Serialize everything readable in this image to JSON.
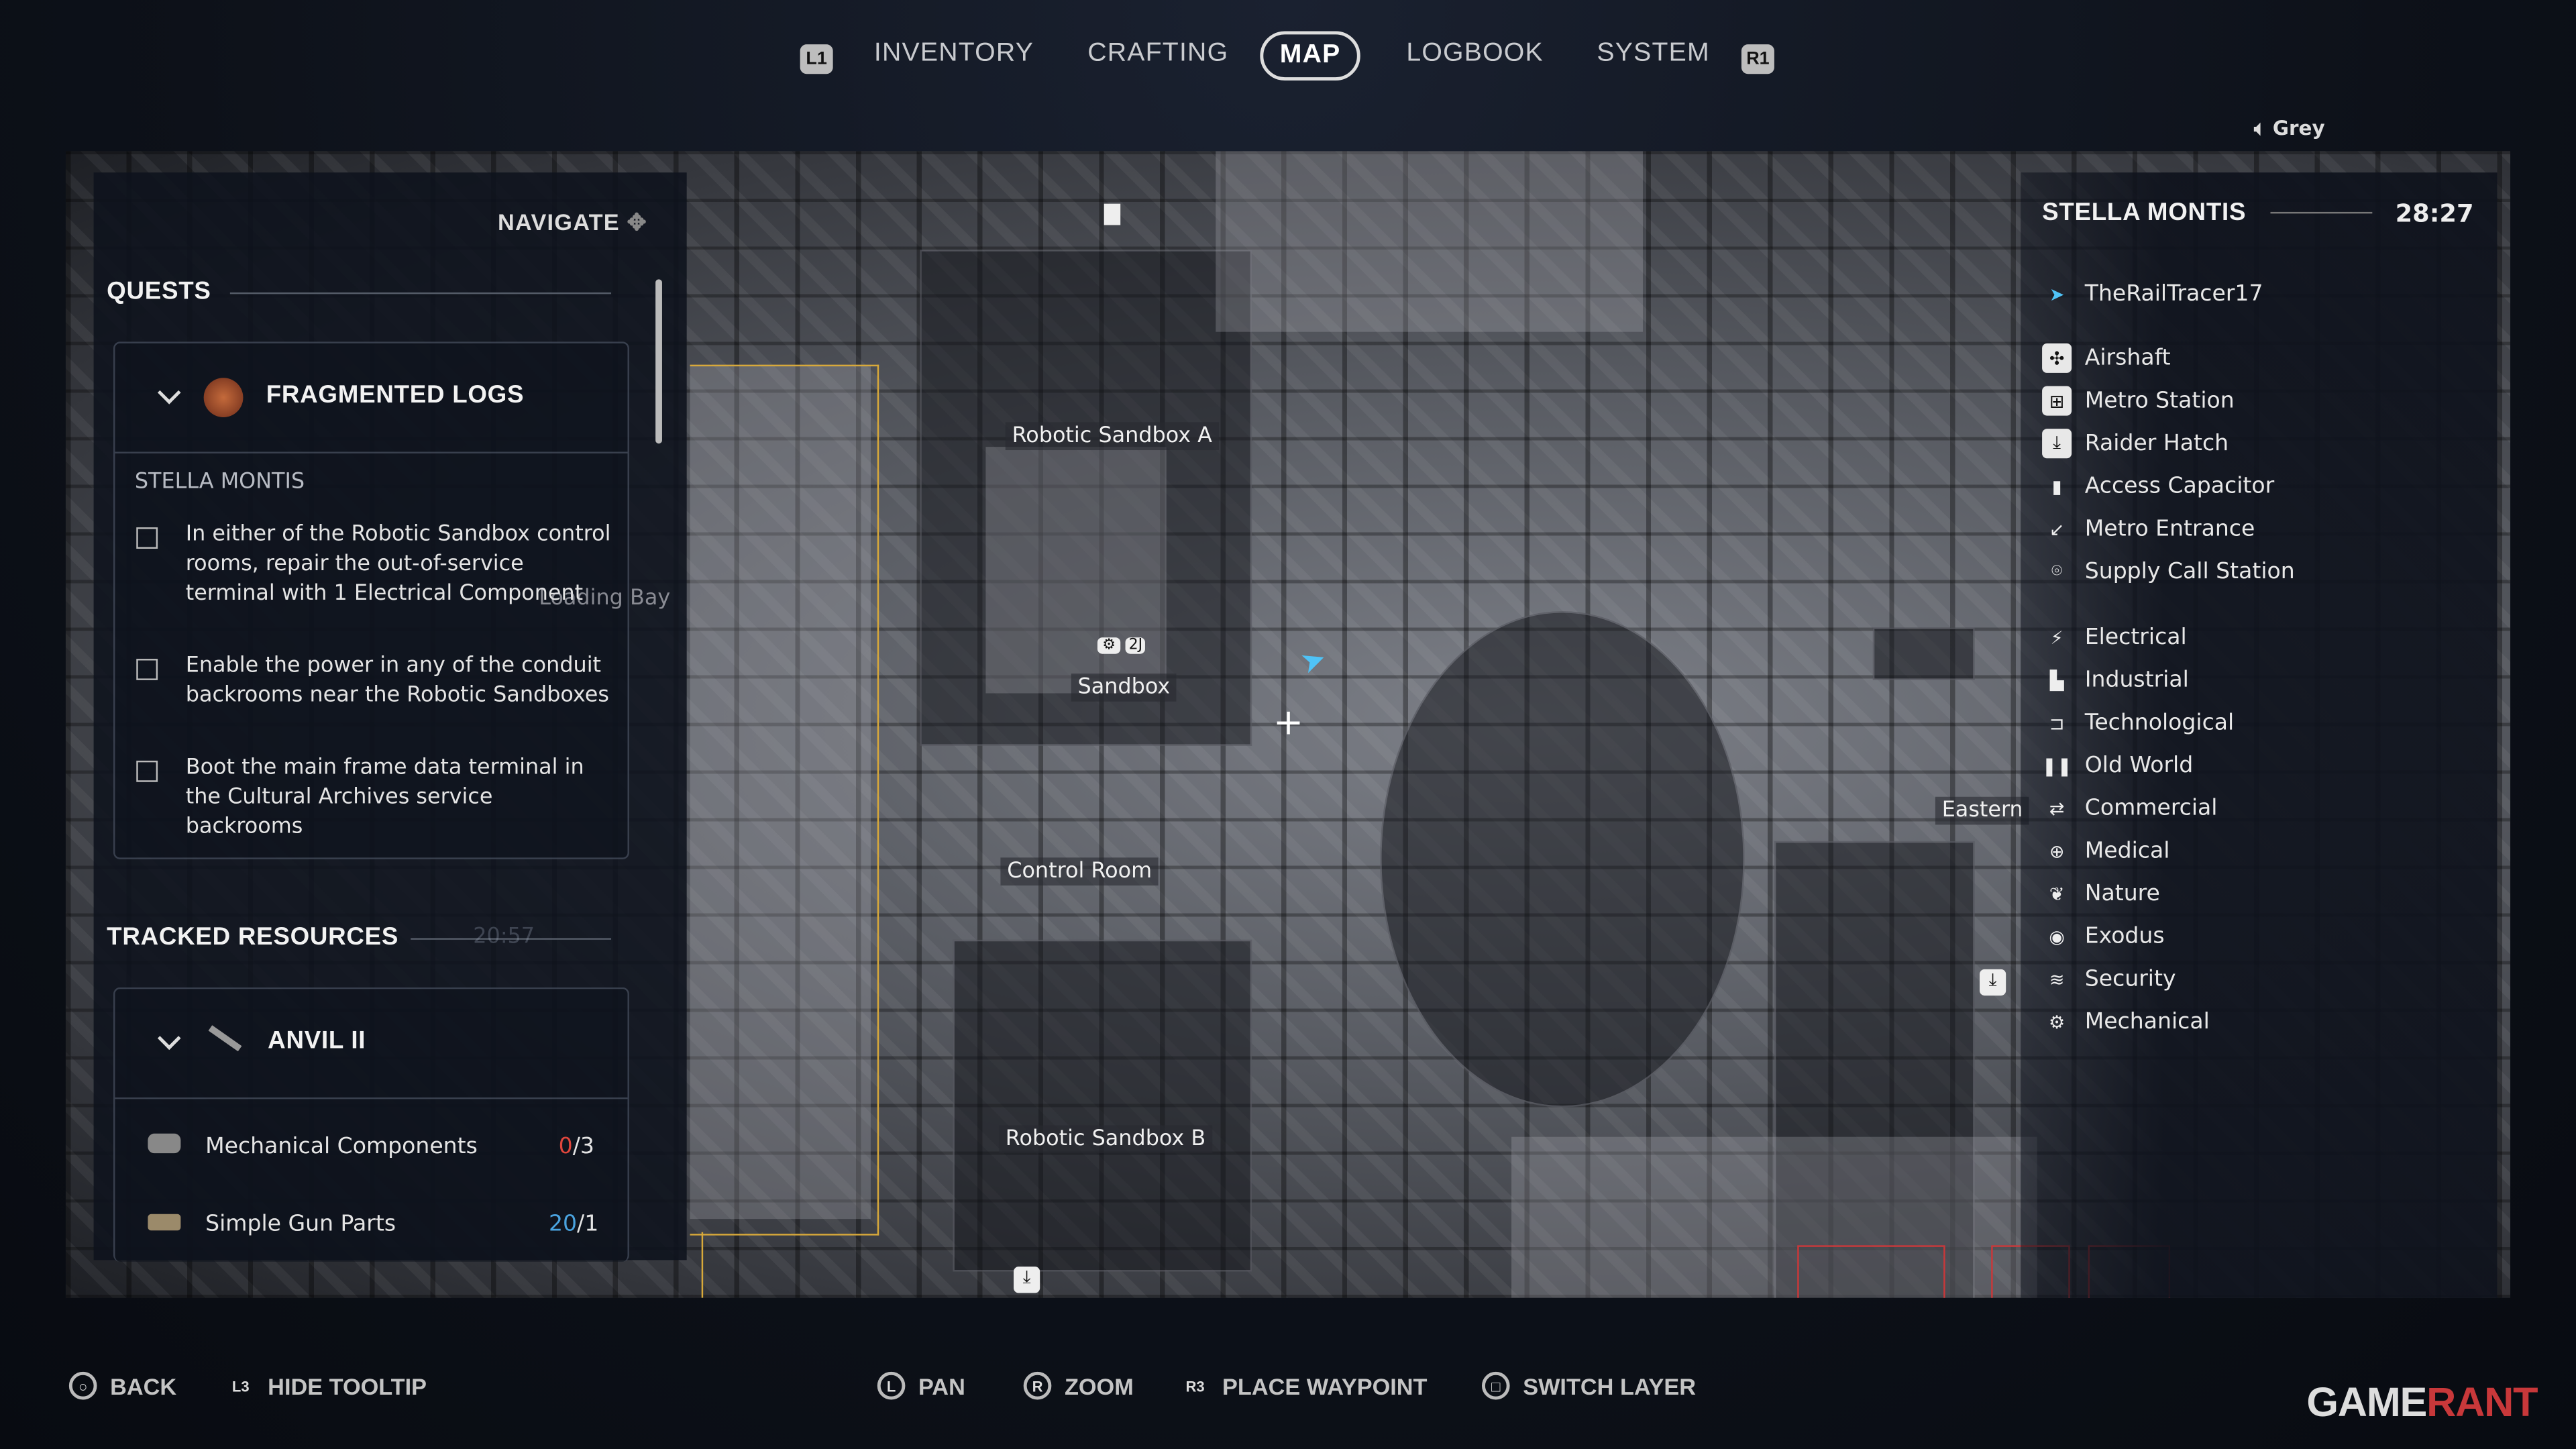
{
  "tabs": {
    "left_button": "L1",
    "right_button": "R1",
    "items": [
      "INVENTORY",
      "CRAFTING",
      "MAP",
      "LOGBOOK",
      "SYSTEM"
    ],
    "active": "MAP"
  },
  "voice": {
    "label": "Grey"
  },
  "left_panel": {
    "navigate_label": "NAVIGATE",
    "quests_heading": "QUESTS",
    "quest": {
      "title": "FRAGMENTED LOGS",
      "location": "STELLA MONTIS",
      "objectives": [
        "In either of the Robotic Sandbox control rooms, repair the out-of-service terminal with 1 Electrical Component",
        "Enable the power in any of the conduit backrooms near the Robotic Sandboxes",
        "Boot the main frame data terminal in the Cultural Archives service backrooms"
      ]
    },
    "tracked_heading": "TRACKED RESOURCES",
    "tracked_ghost_time": "20:57",
    "tracked_item": {
      "title": "ANVIL II",
      "resources": [
        {
          "name": "Mechanical Components",
          "have": "0",
          "need": "/3",
          "have_color": "#e0463c"
        },
        {
          "name": "Simple Gun Parts",
          "have": "20",
          "need": "/1",
          "have_color": "#4aa3df"
        }
      ]
    }
  },
  "map": {
    "labels": {
      "sandbox_a": "Robotic Sandbox A",
      "sandbox": "Sandbox",
      "control_room": "Control Room",
      "sandbox_b": "Robotic Sandbox B",
      "eastern": "Eastern",
      "loading_bay": "Loading Bay",
      "tech_badge": "2J"
    },
    "accent_outline": "#d8a93a",
    "danger_outline": "#c8383a"
  },
  "right_panel": {
    "region": "STELLA MONTIS",
    "timer": "28:27",
    "player": "TheRailTracer17",
    "legend": [
      {
        "label": "Airshaft",
        "icon": "fan-icon",
        "glyph": "✣",
        "boxed": true
      },
      {
        "label": "Metro Station",
        "icon": "metro-station-icon",
        "glyph": "⊞",
        "boxed": true
      },
      {
        "label": "Raider Hatch",
        "icon": "hatch-icon",
        "glyph": "⤓",
        "boxed": true
      },
      {
        "label": "Access Capacitor",
        "icon": "door-icon",
        "glyph": "▮",
        "boxed": false
      },
      {
        "label": "Metro Entrance",
        "icon": "stairs-icon",
        "glyph": "↙",
        "boxed": false
      },
      {
        "label": "Supply Call Station",
        "icon": "antenna-icon",
        "glyph": "⌾",
        "boxed": false
      },
      {
        "label": "Electrical",
        "icon": "lightning-icon",
        "glyph": "⚡",
        "boxed": false
      },
      {
        "label": "Industrial",
        "icon": "factory-icon",
        "glyph": "▙",
        "boxed": false
      },
      {
        "label": "Technological",
        "icon": "tech-icon",
        "glyph": "⊐",
        "boxed": false
      },
      {
        "label": "Old World",
        "icon": "book-icon",
        "glyph": "❚❚",
        "boxed": false
      },
      {
        "label": "Commercial",
        "icon": "exchange-icon",
        "glyph": "⇄",
        "boxed": false
      },
      {
        "label": "Medical",
        "icon": "medical-cross-icon",
        "glyph": "⊕",
        "boxed": false
      },
      {
        "label": "Nature",
        "icon": "leaf-icon",
        "glyph": "❦",
        "boxed": false
      },
      {
        "label": "Exodus",
        "icon": "eye-icon",
        "glyph": "◉",
        "boxed": false
      },
      {
        "label": "Security",
        "icon": "shield-layers-icon",
        "glyph": "≋",
        "boxed": false
      },
      {
        "label": "Mechanical",
        "icon": "gear-icon",
        "glyph": "⚙",
        "boxed": false
      }
    ]
  },
  "footer": {
    "hints": [
      {
        "label": "BACK",
        "button": "○"
      },
      {
        "label": "HIDE TOOLTIP",
        "button": "L3"
      },
      {
        "label": "PAN",
        "button": "L"
      },
      {
        "label": "ZOOM",
        "button": "R"
      },
      {
        "label": "PLACE WAYPOINT",
        "button": "R3"
      },
      {
        "label": "SWITCH LAYER",
        "button": "□"
      }
    ],
    "watermark": {
      "part1": "GAME",
      "part2": "RANT"
    }
  }
}
